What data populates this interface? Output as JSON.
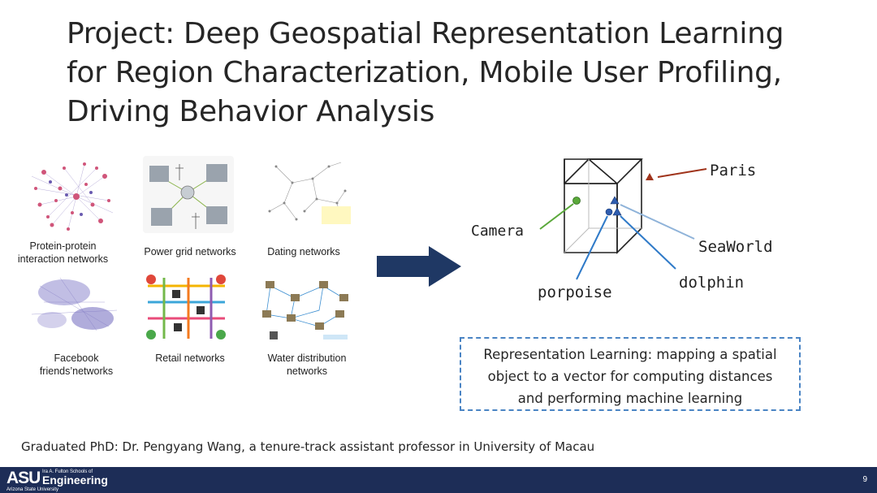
{
  "slide": {
    "title_lines": [
      "Project: Deep Geospatial Representation Learning",
      "for Region Characterization, Mobile User Profiling,",
      "Driving Behavior Analysis"
    ],
    "networks": [
      {
        "caption_lines": [
          "Protein-protein",
          "interaction networks"
        ]
      },
      {
        "caption_lines": [
          "Power grid networks"
        ]
      },
      {
        "caption_lines": [
          "Dating networks"
        ]
      },
      {
        "caption_lines": [
          "Facebook",
          "friends’networks"
        ]
      },
      {
        "caption_lines": [
          "Retail networks"
        ]
      },
      {
        "caption_lines": [
          "Water distribution",
          "networks"
        ]
      }
    ],
    "embedding_labels": {
      "paris": "Paris",
      "camera": "Camera",
      "seaworld": "SeaWorld",
      "dolphin": "dolphin",
      "porpoise": "porpoise"
    },
    "definition_lines": [
      "Representation Learning: mapping a spatial",
      "object to a vector for computing distances",
      "and performing machine learning"
    ],
    "graduate_note": "Graduated PhD: Dr. Pengyang Wang, a tenure-track assistant professor in University of Macau",
    "footer": {
      "logo_mark": "ASU",
      "logo_line1": "Ira A. Fulton Schools of",
      "logo_line2": "Engineering",
      "logo_line3": "Arizona State University",
      "page_number": "9"
    },
    "colors": {
      "footer_bg": "#1d2d57",
      "arrow_fill": "#1f3864",
      "dashed_border": "#4a84c4",
      "paris_marker": "#a0341c",
      "camera_marker": "#5aa83a",
      "blue_marker": "#2f5db0"
    }
  }
}
